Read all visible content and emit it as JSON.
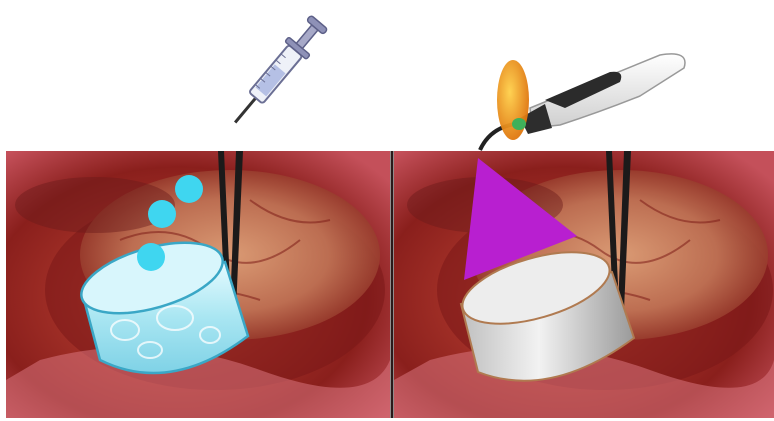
{
  "figure": {
    "panels": [
      {
        "tool_icon": "syringe-icon",
        "background": "surgical-tissue-photo",
        "implant": "hydrogel-cylinder-liquid",
        "drops": 3,
        "colors": {
          "implant_fill": "#bfeef7",
          "drop": "#3fd6f0"
        }
      },
      {
        "tool_icon": "uv-curing-light-icon",
        "background": "surgical-tissue-photo",
        "implant": "hydrogel-cylinder-cured",
        "light_beam": "purple-triangle",
        "colors": {
          "implant_fill": "#d9d9d9",
          "beam": "#b81fd0",
          "lamp_filter": "#f5a21a"
        }
      }
    ]
  }
}
